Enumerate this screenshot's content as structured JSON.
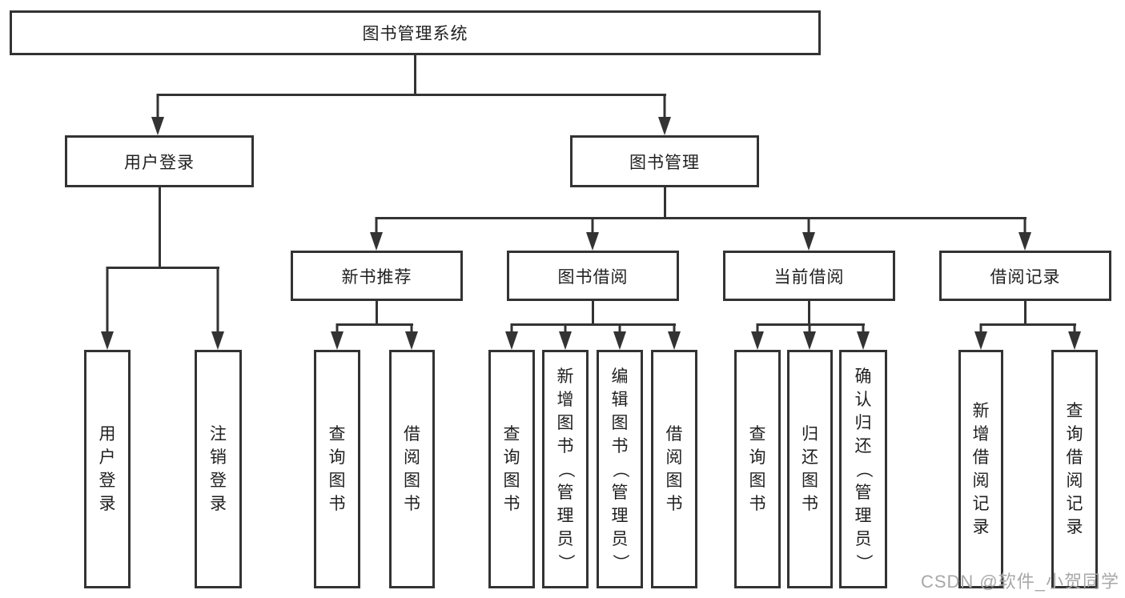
{
  "colors": {
    "background": "#ffffff",
    "box_border": "#333333",
    "connector_line": "#333333",
    "text": "#1f1f1f",
    "watermark": "#a8a8a8"
  },
  "watermark": {
    "text": "CSDN @软件_小贺同学"
  },
  "tree": {
    "root": {
      "label": "图书管理系统"
    },
    "level2": [
      {
        "label": "用户登录",
        "leaves": [
          {
            "label": "用户登录"
          },
          {
            "label": "注销登录"
          }
        ]
      },
      {
        "label": "图书管理",
        "level3": [
          {
            "label": "新书推荐",
            "leaves": [
              {
                "label": "查询图书"
              },
              {
                "label": "借阅图书"
              }
            ]
          },
          {
            "label": "图书借阅",
            "leaves": [
              {
                "label": "查询图书"
              },
              {
                "label": "新增图书（管理员）"
              },
              {
                "label": "编辑图书（管理员）"
              },
              {
                "label": "借阅图书"
              }
            ]
          },
          {
            "label": "当前借阅",
            "leaves": [
              {
                "label": "查询图书"
              },
              {
                "label": "归还图书"
              },
              {
                "label": "确认归还（管理员）"
              }
            ]
          },
          {
            "label": "借阅记录",
            "leaves": [
              {
                "label": "新增借阅记录"
              },
              {
                "label": "查询借阅记录"
              }
            ]
          }
        ]
      }
    ]
  }
}
